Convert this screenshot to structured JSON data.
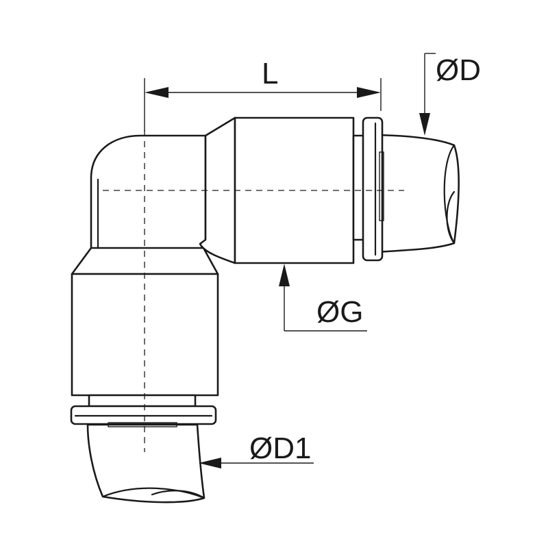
{
  "diagram": {
    "dimensions": {
      "length_label": "L",
      "tube_dia_label": "ØD",
      "body_dia_label": "ØG",
      "tube_dia_2_label": "ØD1"
    }
  }
}
